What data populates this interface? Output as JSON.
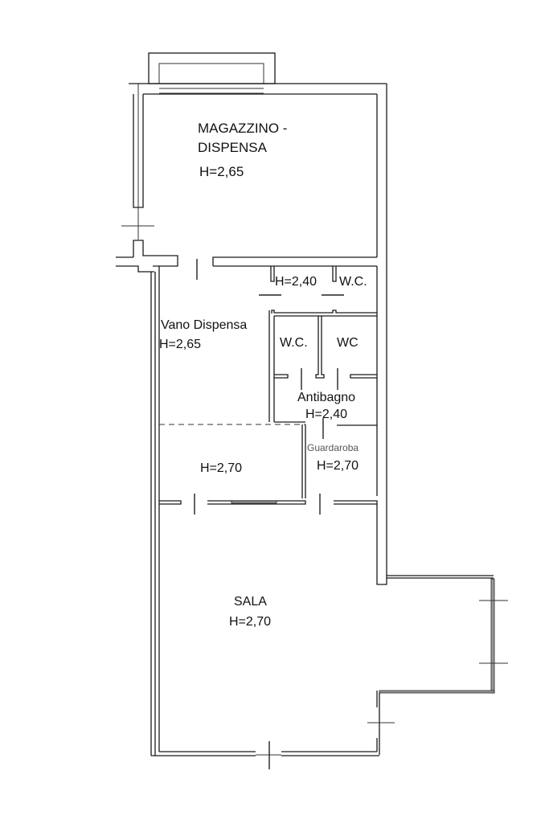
{
  "plan": {
    "rooms": [
      {
        "id": "magazzino",
        "name_line1": "MAGAZZINO -",
        "name_line2": "DISPENSA",
        "height": "H=2,65"
      },
      {
        "id": "corridor",
        "height": "H=2,40"
      },
      {
        "id": "wc-top",
        "name": "W.C."
      },
      {
        "id": "vano-dispensa",
        "name": "Vano Dispensa",
        "height": "H=2,65"
      },
      {
        "id": "wc-left",
        "name": "W.C."
      },
      {
        "id": "wc-right",
        "name": "WC"
      },
      {
        "id": "antibagno",
        "name": "Antibagno",
        "height": "H=2,40"
      },
      {
        "id": "room-middle",
        "height": "H=2,70"
      },
      {
        "id": "guardaroba",
        "name": "Guardaroba",
        "height": "H=2,70"
      },
      {
        "id": "sala",
        "name": "SALA",
        "height": "H=2,70"
      }
    ]
  }
}
